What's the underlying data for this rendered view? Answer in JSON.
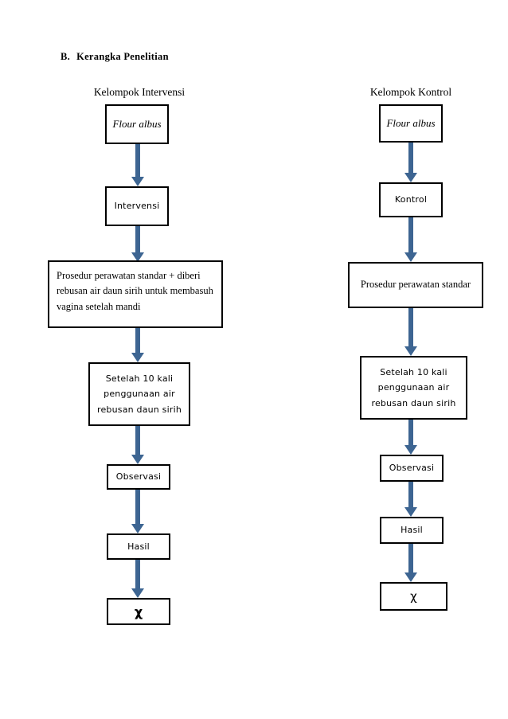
{
  "section": {
    "letter": "B.",
    "title": "Kerangka Penelitian"
  },
  "columns": [
    {
      "id": "intervensi",
      "title": "Kelompok  Intervensi"
    },
    {
      "id": "kontrol",
      "title": "Kelompok  Kontrol"
    }
  ],
  "colors": {
    "arrow": "#3d6592",
    "box_border": "#000000",
    "text": "#000000",
    "background": "#ffffff"
  },
  "left_column": {
    "flour_albus": "Flour albus",
    "intervensi": "Intervensi",
    "prosedur": "Prosedur perawatan standar + diberi\nrebusan air daun sirih untuk membasuh\nvagina  setelah mandi",
    "setelah": "Setelah 10 kali\npenggunaan air\nrebusan daun sirih",
    "observasi": "Observasi",
    "hasil": "Hasil",
    "chi": "χ"
  },
  "right_column": {
    "flour_albus": "Flour albus",
    "kontrol": "Kontrol",
    "prosedur": "Prosedur perawatan standar",
    "setelah": "Setelah 10 kali\npenggunaan air\nrebusan daun sirih",
    "observasi": "Observasi",
    "hasil": "Hasil",
    "chi": "χ"
  }
}
